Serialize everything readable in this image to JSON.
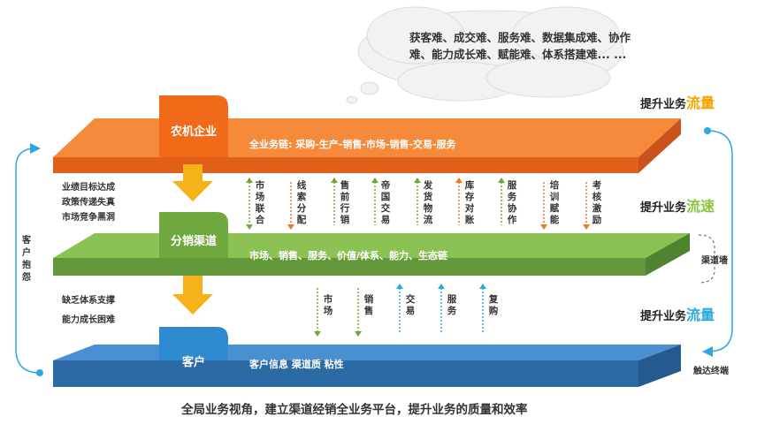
{
  "cloud_text": "获客难、成交难、服务难、数据集成难、协作难、能力成长难、赋能难、体系搭建难... ...",
  "metrics": {
    "top": {
      "prefix": "提升业务",
      "accent": "流量"
    },
    "middle": {
      "prefix": "提升业务",
      "accent": "流速"
    },
    "bottom": {
      "prefix": "提升业务",
      "accent": "流量"
    }
  },
  "tiers": {
    "enterprise": {
      "label": "农机企业",
      "band_text": "全业务链: 采购-生产-销售-市场-销售-交易-服务"
    },
    "channel": {
      "label": "分销渠道",
      "band_text": "市场、销售、服务、价值/体系、能力、生态链"
    },
    "customer": {
      "label": "客户",
      "band_text": "客户信息  渠道质  粘性"
    }
  },
  "left_notes_top": [
    "业绩目标达成",
    "政策传递失真",
    "市场竞争黑洞"
  ],
  "left_notes_bottom": [
    "缺乏体系支撑",
    "能力成长困难"
  ],
  "top_flows": [
    "市场联合",
    "线索分配",
    "售前行销",
    "帝国交易",
    "发货物流",
    "库存对账",
    "服务协作",
    "培训赋能",
    "考核激励"
  ],
  "bottom_flows": [
    "市场",
    "销售",
    "交易",
    "服务",
    "复购"
  ],
  "loop_left": "客户抱怨",
  "channel_wall": "渠道墙",
  "reach": "触达终端",
  "footer": "全局业务视角，建立渠道经销全业务平台，提升业务的质量和效率",
  "colors": {
    "orange": "#f27420",
    "orange_dark": "#e0601a",
    "green": "#7fb54a",
    "green_dark": "#62983a",
    "blue": "#3a82c4",
    "blue_dark": "#2c6aa6",
    "loop": "#2aa8e0",
    "arrow_yellow": "#f5b21a"
  }
}
